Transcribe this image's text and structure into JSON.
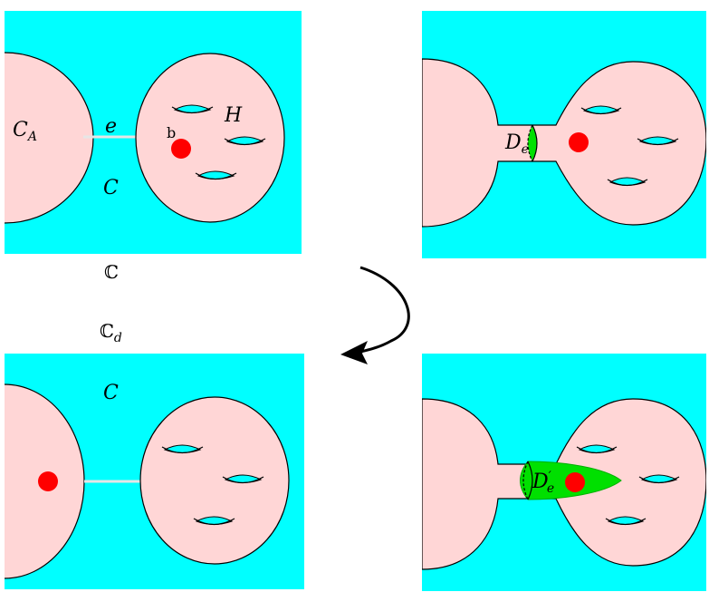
{
  "colors": {
    "background": "#00ffff",
    "surface": "#ffd6d6",
    "disk": "#00e000",
    "point": "#ff0000",
    "edge": "#e6e6e6"
  },
  "labels": {
    "component_a": "C",
    "component_a_sub": "A",
    "edge": "e",
    "handle_body": "H",
    "point_b": "b",
    "curve_top": "C",
    "curve_bottom": "C",
    "disk": "D",
    "disk_sub": "e",
    "disk_prime": "D",
    "disk_prime_mark": "′",
    "disk_prime_sub": "e",
    "bb_c": "ℂ",
    "bb_cd": "ℂ",
    "bb_cd_sub": "d"
  }
}
